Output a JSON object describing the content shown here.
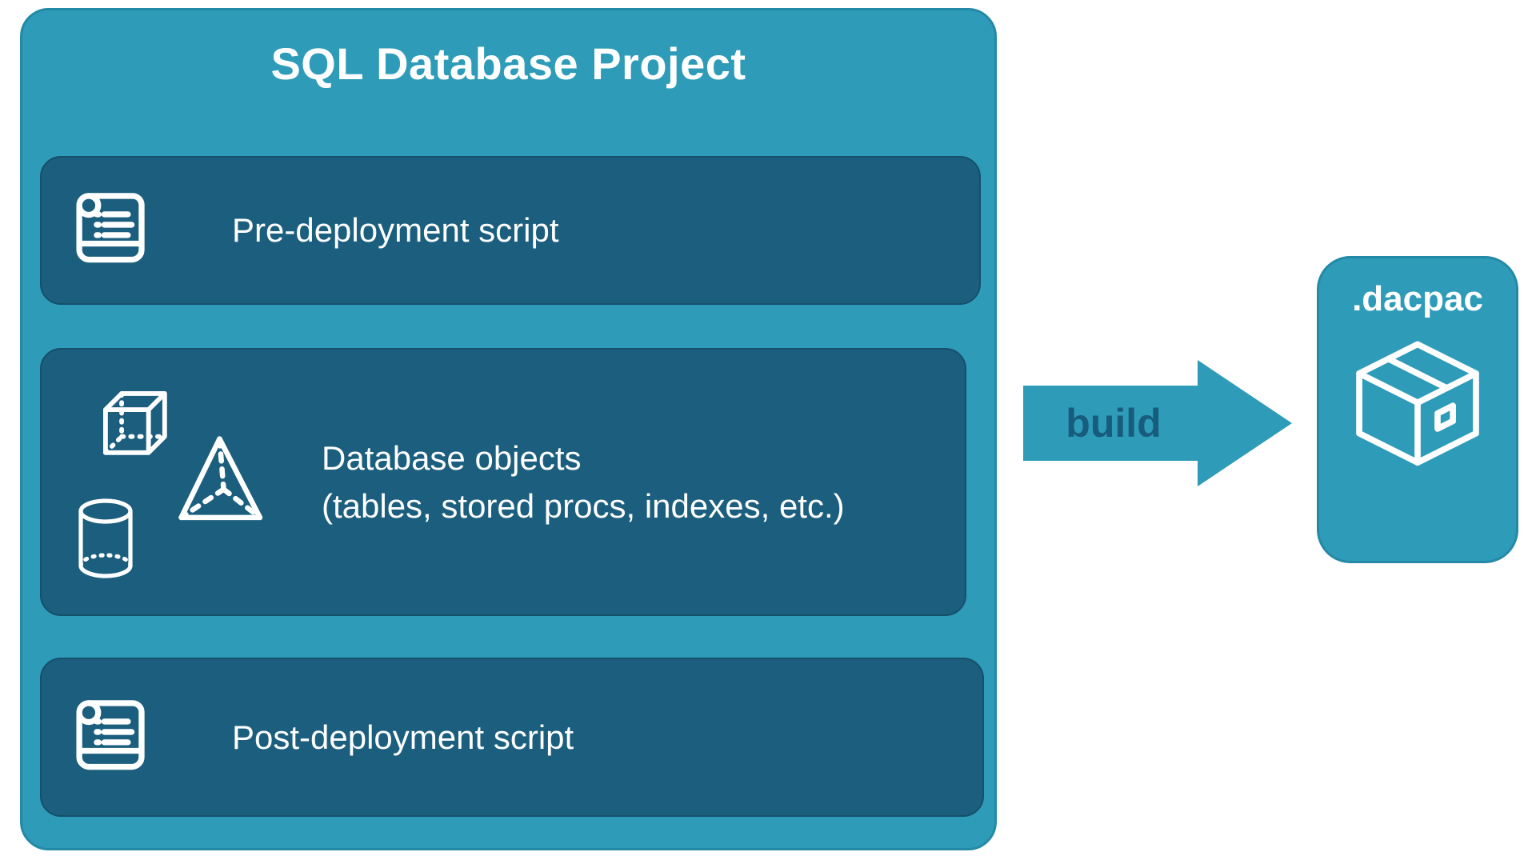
{
  "palette": {
    "background": "#FFFFFF",
    "outer-teal": "#2E9CB9",
    "outer-border": "#2389A6",
    "inner-blue": "#1B5E7E",
    "inner-border": "#15506C",
    "arrow-teal": "#2E9CB9",
    "build-text": "#175C7C",
    "text-white": "#FFFFFF"
  },
  "project": {
    "title": "SQL Database Project",
    "boxes": [
      {
        "id": "pre-deployment",
        "label": "Pre-deployment script",
        "icon": "scroll-icon"
      },
      {
        "id": "database-objects",
        "label": "Database objects",
        "sublabel": "(tables, stored procs, indexes, etc.)",
        "icons": [
          "cube-icon",
          "pyramid-icon",
          "cylinder-icon"
        ]
      },
      {
        "id": "post-deployment",
        "label": "Post-deployment script",
        "icon": "scroll-icon"
      }
    ]
  },
  "flow": {
    "arrow_label": "build",
    "output": {
      "label": ".dacpac",
      "icon": "package-icon"
    }
  }
}
